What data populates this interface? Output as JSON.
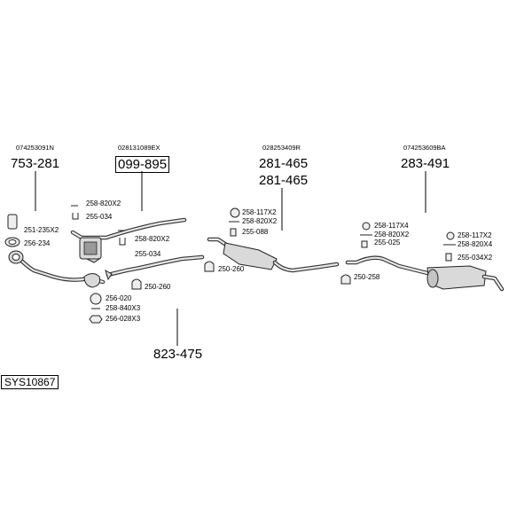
{
  "oem_numbers": {
    "front": "074253091N",
    "mid1": "028131089EX",
    "mid2": "028253409R",
    "rear": "074253609BA"
  },
  "parts": {
    "front_pipe": "753-281",
    "catalyst": "099-895",
    "center_silencer_a": "281-465",
    "center_silencer_b": "281-465",
    "rear_silencer": "283-491",
    "intermediate_pipe": "823-475"
  },
  "fittings": {
    "f1": "251-235X2",
    "f2": "256-234",
    "f3": "258-820X2",
    "f4": "255-034",
    "f5": "258-820X2",
    "f6": "255-034",
    "f7": "256-020",
    "f8": "258-840X3",
    "f9": "256-028X3",
    "f10": "250-260",
    "f11": "258-117X2",
    "f12": "258-820X2",
    "f13": "255-088",
    "f14": "250-260",
    "f15": "258-117X4",
    "f16": "258-820X2",
    "f17": "255-025",
    "f18": "250-258",
    "f19": "258-117X2",
    "f20": "258-820X4",
    "f21": "255-034X2"
  },
  "system_code": "SYS10867"
}
